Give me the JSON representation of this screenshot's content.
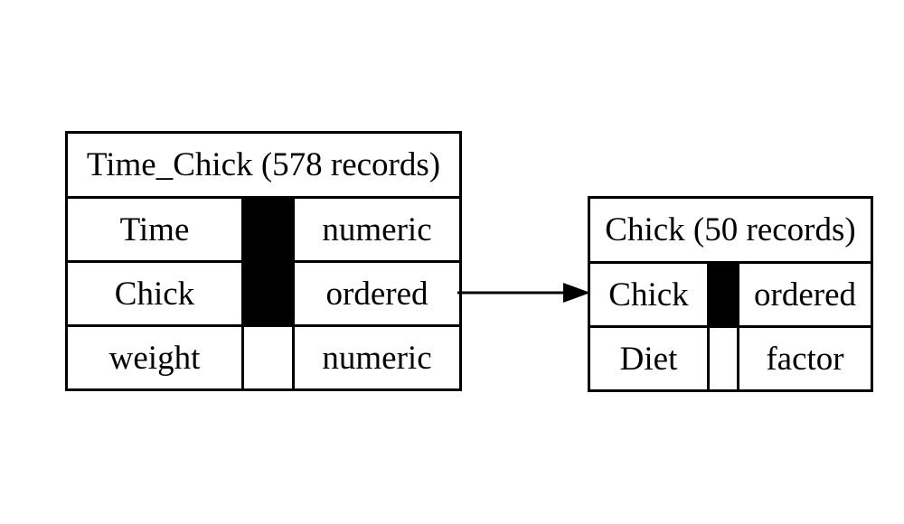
{
  "diagram": {
    "type": "data-model",
    "tables": [
      {
        "title": "Time_Chick (578 records)",
        "columns": [
          {
            "name": "Time",
            "type": "numeric",
            "is_key": true
          },
          {
            "name": "Chick",
            "type": "ordered",
            "is_key": true
          },
          {
            "name": "weight",
            "type": "numeric",
            "is_key": false
          }
        ]
      },
      {
        "title": "Chick (50 records)",
        "columns": [
          {
            "name": "Chick",
            "type": "ordered",
            "is_key": true
          },
          {
            "name": "Diet",
            "type": "factor",
            "is_key": false
          }
        ]
      }
    ],
    "relations": [
      {
        "from_table": "Time_Chick",
        "from_column": "Chick",
        "to_table": "Chick",
        "to_column": "Chick"
      }
    ],
    "colors": {
      "border": "#000000",
      "text": "#000000",
      "background": "#ffffff",
      "key_fill": "#000000"
    }
  }
}
